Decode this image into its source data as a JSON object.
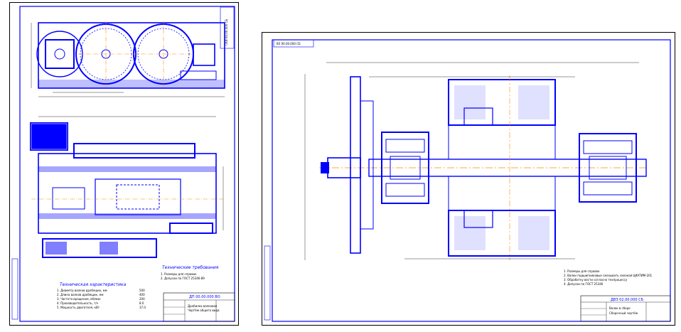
{
  "left_sheet": {
    "stamp_code": "СКИ 00.00.000 СБ",
    "tech_characteristics": {
      "title": "Техническая характеристика",
      "rows": [
        {
          "label": "1. Диаметр валков дробящих, мм",
          "value": "500"
        },
        {
          "label": "2. Длина валков дробящих, мм",
          "value": "400"
        },
        {
          "label": "3. Частота вращения, об/мин",
          "value": "200"
        },
        {
          "label": "4. Производительность, т/ч",
          "value": "8.0"
        },
        {
          "label": "5. Мощность двигателя, кВт",
          "value": "37.0"
        }
      ]
    },
    "tech_requirements": {
      "title": "Технические требования",
      "items": [
        "1. Размеры для справок",
        "2. Допуски по ГОСТ 25346-89"
      ]
    },
    "title_block": {
      "code": "ДП 00.00.000 ВО",
      "name": "Дробилка валковая",
      "doc_type": "Чертёж общего вида"
    }
  },
  "right_sheet": {
    "stamp_code": "ВЗ 00.00.000 СБ",
    "notes": [
      "1. Размеры для справок",
      "2. Валки подшипниковые смазывать смазкой ЦИАТИМ-201",
      "3. Обработку вести согласно техпроцессу",
      "4. Допуски по ГОСТ 25346"
    ],
    "title_block": {
      "code": "ДВЗ 02.00.000 СБ",
      "name": "Валок в сборе",
      "doc_type": "Сборочный чертёж"
    }
  },
  "colors": {
    "line": "#0000ff",
    "center": "#ff8c00",
    "ink": "#000000",
    "sheet": "#ffffff"
  }
}
